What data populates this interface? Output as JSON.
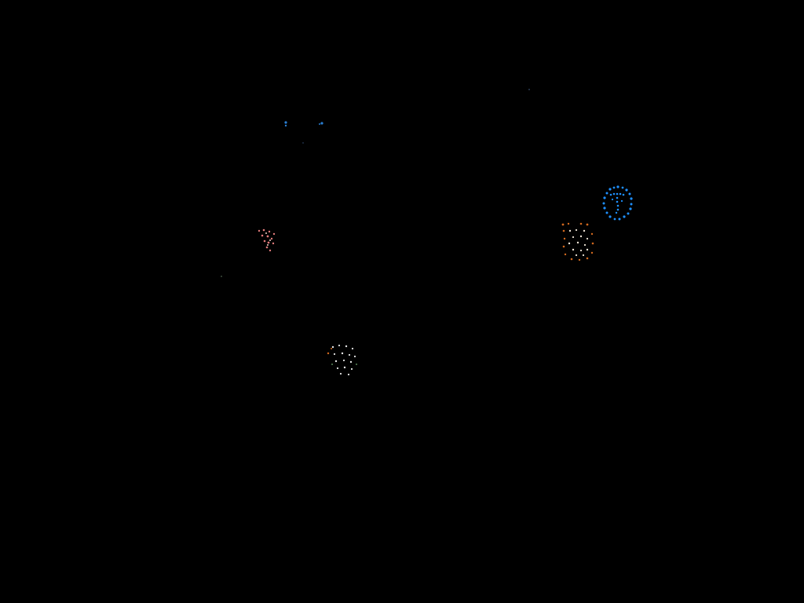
{
  "scene": {
    "background": "#000000",
    "entities": [
      {
        "name": "blue-ring-sprite",
        "color": "#1e90ff",
        "shape": "dotted-oval-glyph"
      },
      {
        "name": "ember-crate-sprite",
        "color": "#d2691e",
        "shape": "dotted-square"
      },
      {
        "name": "pink-spark-sprite",
        "color": "#e07a7a",
        "shape": "speckled-triangle"
      },
      {
        "name": "white-cube-sprite",
        "color": "#e6e6e6",
        "shape": "dotted-square"
      },
      {
        "name": "blue-blip-pair",
        "color": "#2a7fd4",
        "shape": "twin-dots"
      }
    ]
  }
}
